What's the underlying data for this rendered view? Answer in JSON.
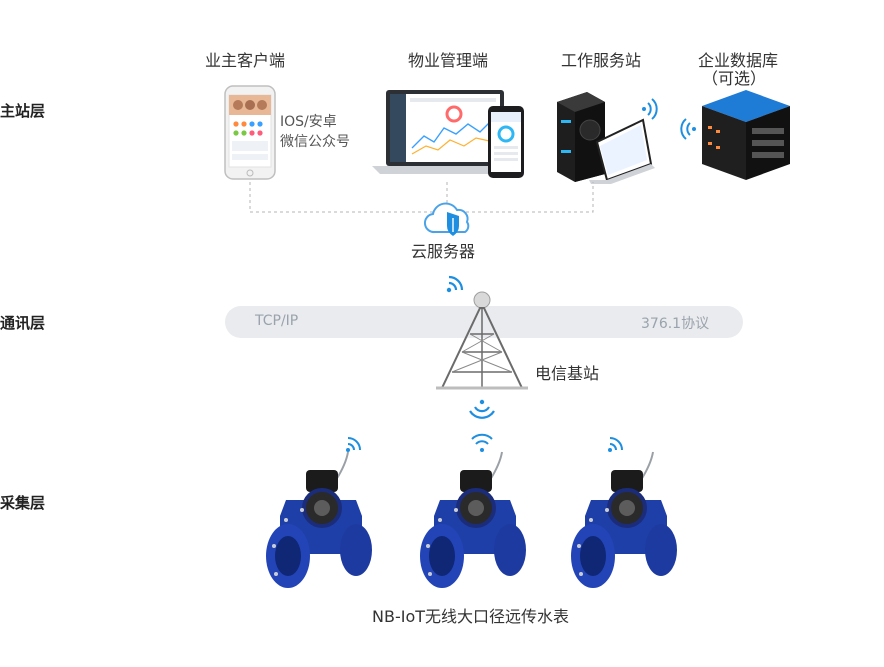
{
  "layers": {
    "master": "主站层",
    "comm": "通讯层",
    "collect": "采集层"
  },
  "master_station": {
    "owner_client": "业主客户端",
    "app_line1": "IOS/安卓",
    "app_line2": "微信公众号",
    "property_client": "物业管理端",
    "workstation": "工作服务站",
    "enterprise_db": "企业数据库",
    "enterprise_db_note": "（可选）",
    "cloud_server": "云服务器"
  },
  "communication": {
    "left_protocol": "TCP/IP",
    "right_protocol": "376.1协议",
    "base_station": "电信基站"
  },
  "collection": {
    "meter_caption": "NB-IoT无线大口径远传水表"
  },
  "colors": {
    "accent_blue": "#1e8fe0",
    "meter_blue": "#1f3fa8",
    "bar_gray": "#e9ebee"
  }
}
